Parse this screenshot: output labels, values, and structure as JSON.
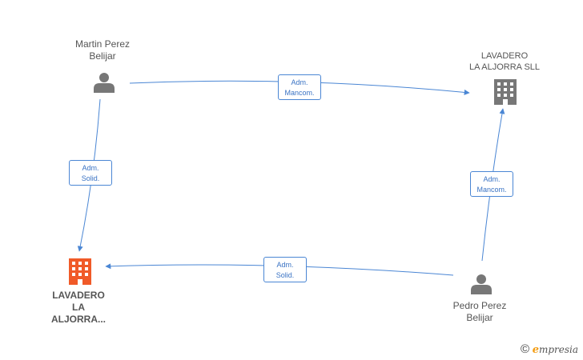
{
  "nodes": {
    "martin": {
      "line1": "Martin Perez",
      "line2": "Belijar"
    },
    "pedro": {
      "line1": "Pedro Perez",
      "line2": "Belijar"
    },
    "lavadero_sll": {
      "line1": "LAVADERO",
      "line2": "LA ALJORRA SLL"
    },
    "lavadero_main": {
      "line1": "LAVADERO",
      "line2": "LA",
      "line3": "ALJORRA..."
    }
  },
  "edges": {
    "martin_to_sll": {
      "line1": "Adm.",
      "line2": "Mancom."
    },
    "martin_to_main": {
      "line1": "Adm.",
      "line2": "Solid."
    },
    "pedro_to_sll": {
      "line1": "Adm.",
      "line2": "Mancom."
    },
    "pedro_to_main": {
      "line1": "Adm.",
      "line2": "Solid."
    }
  },
  "colors": {
    "edge": "#4a86d4",
    "person": "#777777",
    "company": "#777777",
    "company_highlight": "#f05a28"
  },
  "icons": {
    "person": "person-icon",
    "company": "building-icon"
  },
  "brand": {
    "copyright": "©",
    "initial": "e",
    "rest": "mpresia"
  }
}
